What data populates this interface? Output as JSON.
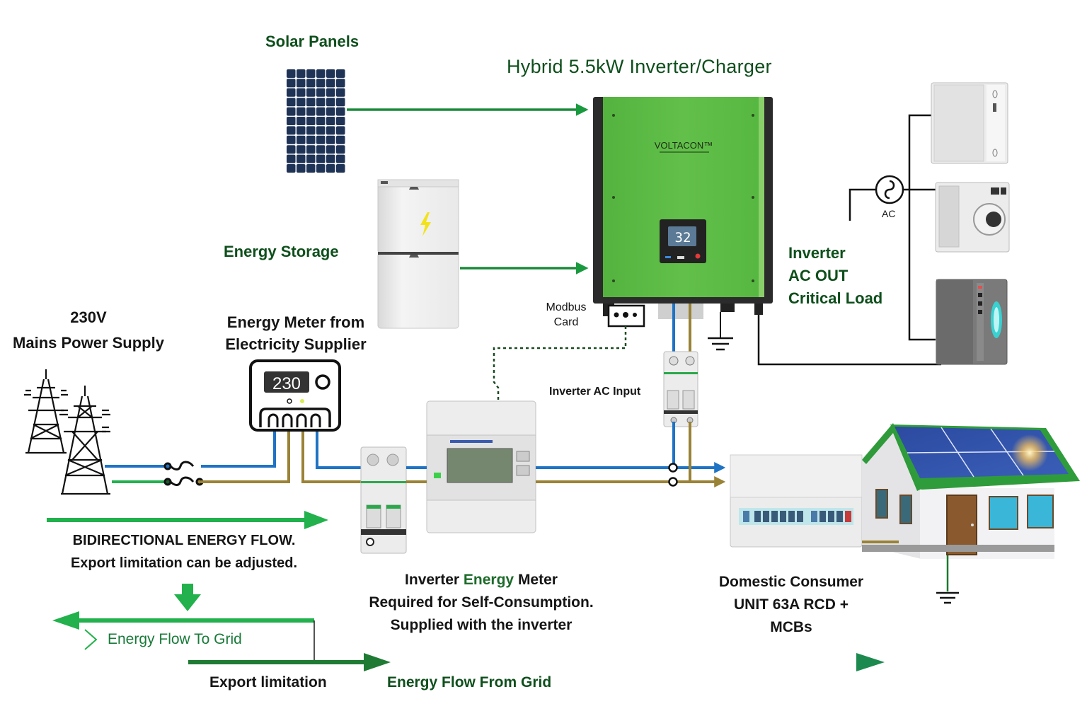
{
  "diagram": {
    "title": "Hybrid 5.5kW Inverter/Charger",
    "colors": {
      "label_green": "#0e4f1c",
      "arrow_green": "#1a9a3f",
      "bright_arrow_green": "#22b14c",
      "live_wire_blue": "#1f73c4",
      "neutral_wire_brown": "#9a8236",
      "earth_wire_green": "#22b14c",
      "inverter_body": "#5cbc45",
      "inverter_frame": "#2a2a2a"
    },
    "components": {
      "solar_panels": {
        "label": "Solar Panels"
      },
      "energy_storage": {
        "label": "Energy Storage",
        "icon": "lightning-bolt-icon"
      },
      "inverter": {
        "brand": "VOLTACON",
        "brand_mark": "™",
        "display_value": "32"
      },
      "modbus_card": {
        "label_line1": "Modbus",
        "label_line2": "Card"
      },
      "mains": {
        "label_line1": "230V",
        "label_line2": "Mains Power Supply"
      },
      "supplier_meter": {
        "label_line1": "Energy Meter from",
        "label_line2": "Electricity Supplier",
        "display_value": "230"
      },
      "inverter_ac_input": {
        "label": "Inverter AC Input"
      },
      "ac_out": {
        "label_line1": "Inverter",
        "label_line2": "AC OUT",
        "label_line3": "Critical Load",
        "source_symbol_label": "AC"
      },
      "critical_loads": [
        {
          "name": "refrigerator"
        },
        {
          "name": "washing-machine"
        },
        {
          "name": "dishwasher"
        }
      ],
      "inverter_energy_meter": {
        "line1_prefix": "Inverter ",
        "line1_highlight": "Energy",
        "line1_suffix": " Meter",
        "line2": "Required for Self-Consumption.",
        "line3": "Supplied with the inverter"
      },
      "consumer_unit": {
        "line1": "Domestic Consumer",
        "line2": "UNIT 63A RCD +",
        "line3": "MCBs"
      }
    },
    "flows": {
      "bidirectional_line1": "BIDIRECTIONAL ENERGY FLOW.",
      "bidirectional_line2": "Export limitation can be adjusted.",
      "to_grid": "Energy Flow To Grid",
      "export_limitation": "Export limitation",
      "from_grid": "Energy Flow From Grid"
    }
  }
}
